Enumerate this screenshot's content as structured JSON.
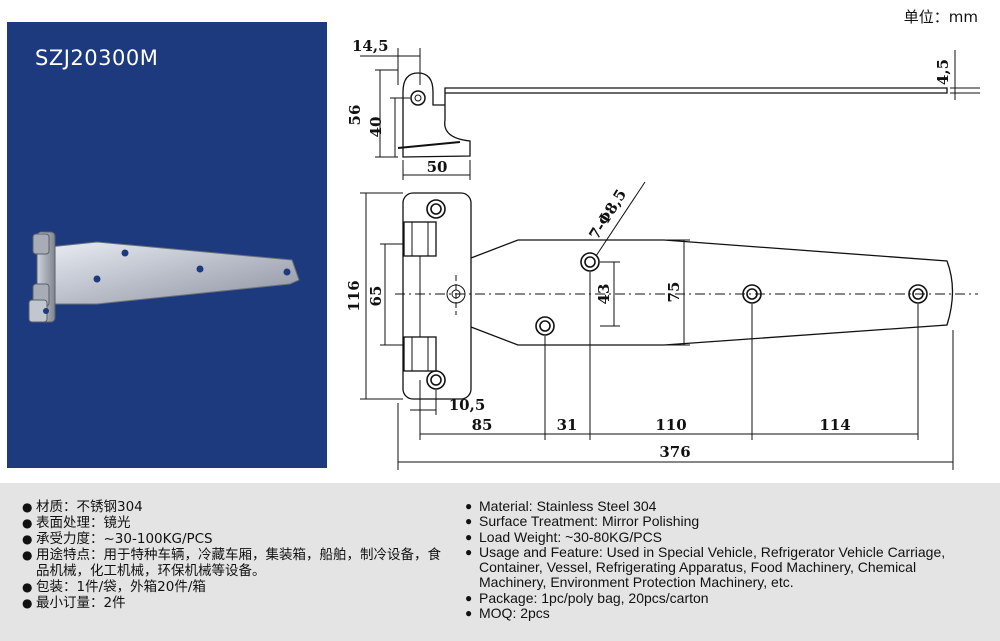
{
  "product": {
    "model": "SZJ20300M"
  },
  "unit_label": "单位：mm",
  "dimensions": {
    "d14_5": "14,5",
    "d4_5": "4,5",
    "d56": "56",
    "d40": "40",
    "d50": "50",
    "holes": "7-Φ8,5",
    "d116": "116",
    "d65": "65",
    "d43": "43",
    "d75": "75",
    "d10_5": "10,5",
    "d85": "85",
    "d31": "31",
    "d110": "110",
    "d114": "114",
    "d376": "376"
  },
  "specs_cn": [
    "材质：不锈钢304",
    "表面处理：镜光",
    "承受力度：~30-100KG/PCS",
    "用途特点：用于特种车辆，冷藏车厢，集装箱，船舶，制冷设备，食品机械，化工机械，环保机械等设备。",
    "包装：1件/袋，外箱20件/箱",
    "最小订量：2件"
  ],
  "specs_en": [
    "Material: Stainless Steel 304",
    "Surface Treatment: Mirror Polishing",
    "Load Weight: ~30-80KG/PCS",
    "Usage and Feature: Used in Special Vehicle, Refrigerator Vehicle Carriage, Container, Vessel, Refrigerating Apparatus, Food Machinery, Chemical Machinery, Environment Protection Machinery, etc.",
    "Package: 1pc/poly bag, 20pcs/carton",
    "MOQ: 2pcs"
  ]
}
